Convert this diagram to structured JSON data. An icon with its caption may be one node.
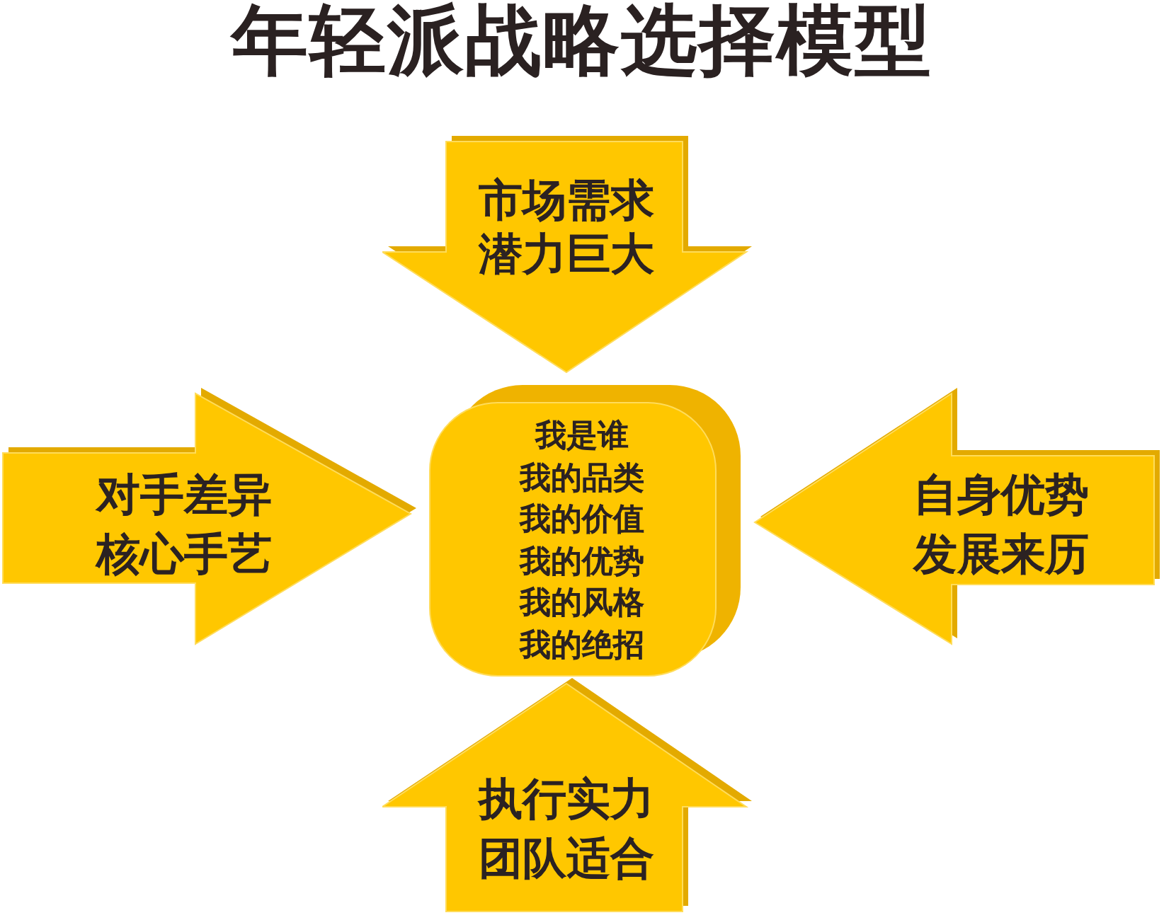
{
  "diagram": {
    "title": "年轻派战略选择模型",
    "nodes": [
      {
        "text": [
          "市场需求",
          "潜力巨大"
        ]
      },
      {
        "text": [
          "对手差异",
          "核心手艺"
        ]
      },
      {
        "text": [
          "我是谁",
          "我的品类",
          "我的价值",
          "我的优势",
          "我的风格",
          "我的绝招"
        ]
      },
      {
        "text": [
          "自身优势",
          "发展来历"
        ]
      },
      {
        "text": [
          "执行实力",
          "团队适合"
        ]
      }
    ]
  }
}
